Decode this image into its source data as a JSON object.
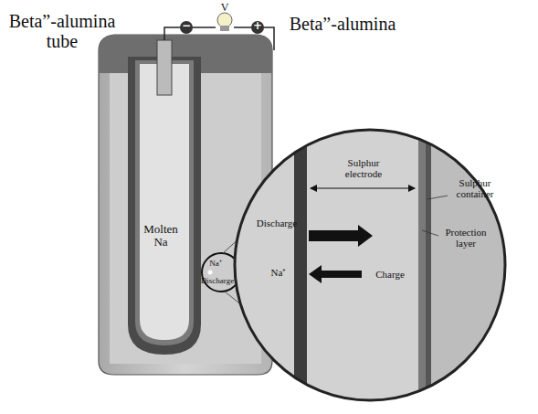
{
  "diagram": {
    "labels": [
      "Beta”-alumina tube",
      "V",
      "−",
      "+",
      "Molten Na",
      "Na⁺",
      "Discharge",
      "Beta”-alumina",
      "Sulphur electrode",
      "Sulphur container",
      "Protection layer",
      "Discharge",
      "Na⁺",
      "Charge"
    ]
  }
}
